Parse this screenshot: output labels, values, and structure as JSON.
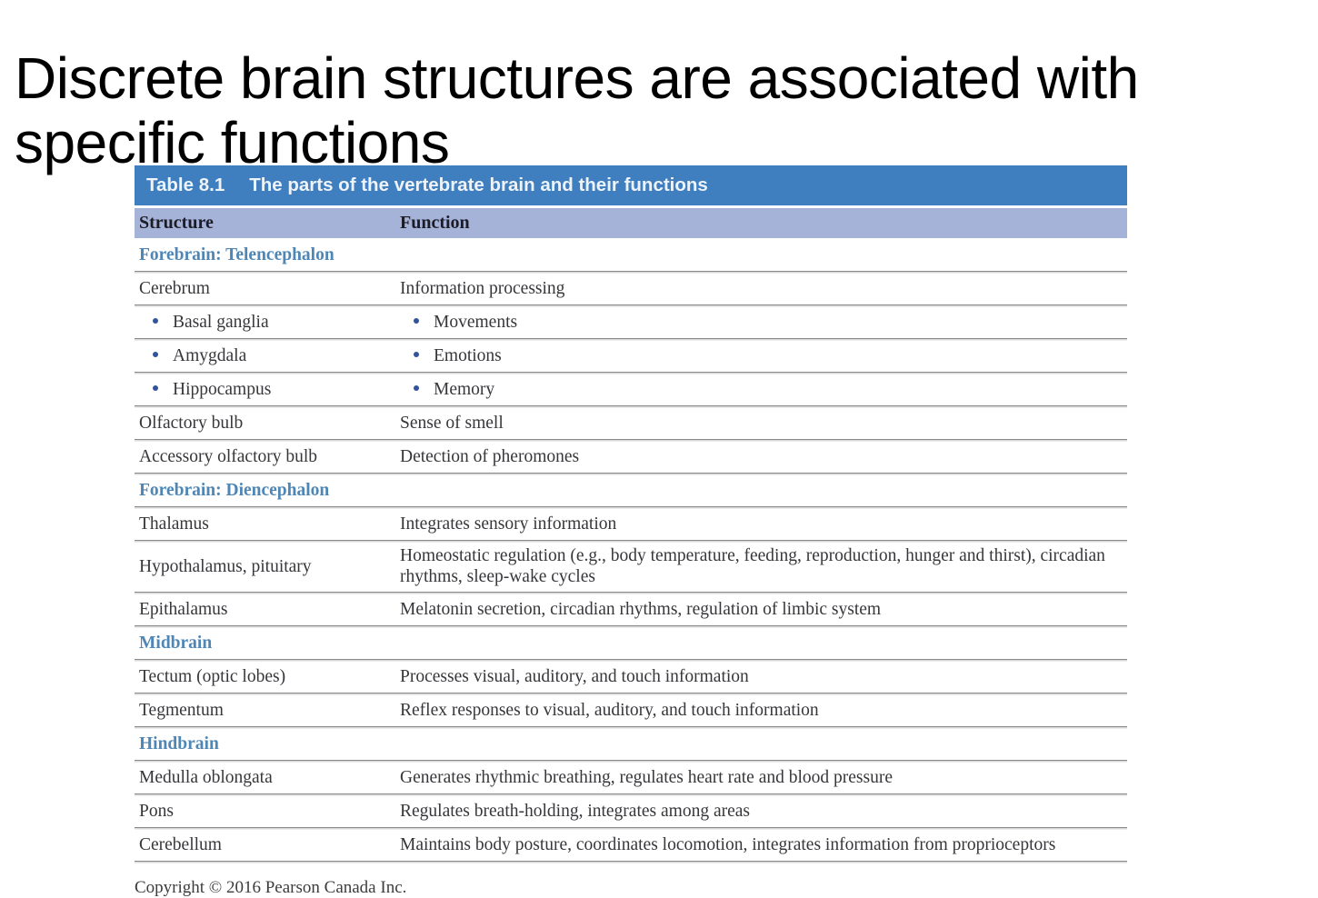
{
  "slide": {
    "title_line1": "Discrete brain structures are associated with",
    "title_line2": "specific functions",
    "footer": "Copyright © 2016 Pearson Canada Inc."
  },
  "colors": {
    "table_header_bg": "#3f7fc0",
    "table_subheader_bg": "#a6b3d8",
    "section_text": "#4e86b5",
    "bullet_dot": "#33549b",
    "body_text": "#37373b",
    "separator": "#8a8a8a"
  },
  "table": {
    "title_number": "Table 8.1",
    "title_caption": "The parts of the vertebrate brain and their functions",
    "columns": [
      "Structure",
      "Function"
    ],
    "rows": [
      {
        "type": "section",
        "structure": "Forebrain: Telencephalon",
        "function": ""
      },
      {
        "type": "normal",
        "structure": "Cerebrum",
        "function": "Information processing"
      },
      {
        "type": "bullet",
        "structure": "Basal ganglia",
        "function": "Movements"
      },
      {
        "type": "bullet",
        "structure": "Amygdala",
        "function": "Emotions"
      },
      {
        "type": "bullet",
        "structure": "Hippocampus",
        "function": "Memory"
      },
      {
        "type": "normal",
        "structure": "Olfactory bulb",
        "function": "Sense of smell"
      },
      {
        "type": "normal",
        "structure": "Accessory olfactory bulb",
        "function": "Detection of pheromones"
      },
      {
        "type": "section",
        "structure": "Forebrain: Diencephalon",
        "function": ""
      },
      {
        "type": "normal",
        "structure": "Thalamus",
        "function": "Integrates sensory information"
      },
      {
        "type": "normal",
        "structure": "Hypothalamus, pituitary",
        "function": "Homeostatic regulation (e.g., body temperature, feeding, reproduction, hunger and thirst), circadian rhythms, sleep-wake cycles"
      },
      {
        "type": "normal",
        "structure": "Epithalamus",
        "function": "Melatonin secretion, circadian rhythms, regulation of limbic system"
      },
      {
        "type": "section",
        "structure": "Midbrain",
        "function": ""
      },
      {
        "type": "normal",
        "structure": "Tectum (optic lobes)",
        "function": "Processes visual, auditory, and touch information"
      },
      {
        "type": "normal",
        "structure": "Tegmentum",
        "function": "Reflex responses to visual, auditory, and touch information"
      },
      {
        "type": "section",
        "structure": "Hindbrain",
        "function": ""
      },
      {
        "type": "normal",
        "structure": "Medulla oblongata",
        "function": "Generates rhythmic breathing, regulates heart rate and blood pressure"
      },
      {
        "type": "normal",
        "structure": "Pons",
        "function": "Regulates breath-holding, integrates among areas"
      },
      {
        "type": "normal",
        "structure": "Cerebellum",
        "function": "Maintains body posture, coordinates locomotion, integrates information from proprioceptors"
      }
    ]
  }
}
